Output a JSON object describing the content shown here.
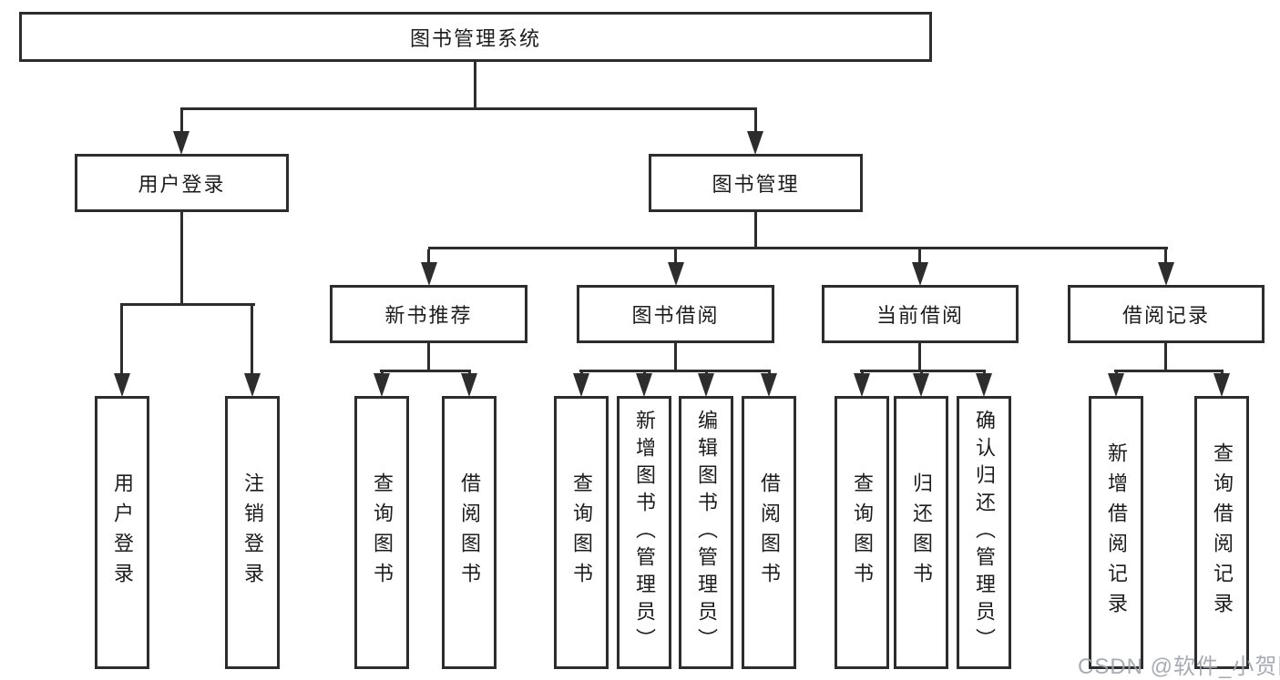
{
  "tree": {
    "label": "图书管理系统",
    "children": [
      {
        "label": "用户登录",
        "children": [
          {
            "label": "用户登录"
          },
          {
            "label": "注销登录"
          }
        ]
      },
      {
        "label": "图书管理",
        "children": [
          {
            "label": "新书推荐",
            "children": [
              {
                "label": "查询图书"
              },
              {
                "label": "借阅图书"
              }
            ]
          },
          {
            "label": "图书借阅",
            "children": [
              {
                "label": "查询图书"
              },
              {
                "label": "新增图书（管理员）"
              },
              {
                "label": "编辑图书（管理员）"
              },
              {
                "label": "借阅图书"
              }
            ]
          },
          {
            "label": "当前借阅",
            "children": [
              {
                "label": "查询图书"
              },
              {
                "label": "归还图书"
              },
              {
                "label": "确认归还（管理员）"
              }
            ]
          },
          {
            "label": "借阅记录",
            "children": [
              {
                "label": "新增借阅记录"
              },
              {
                "label": "查询借阅记录"
              }
            ]
          }
        ]
      }
    ]
  },
  "watermark": {
    "text": "CSDN @软件_小贺同学"
  },
  "colors": {
    "line": "#2d2d2d",
    "text": "#1c1c1c",
    "watermark": "#9ea2ac",
    "background": "#ffffff"
  }
}
